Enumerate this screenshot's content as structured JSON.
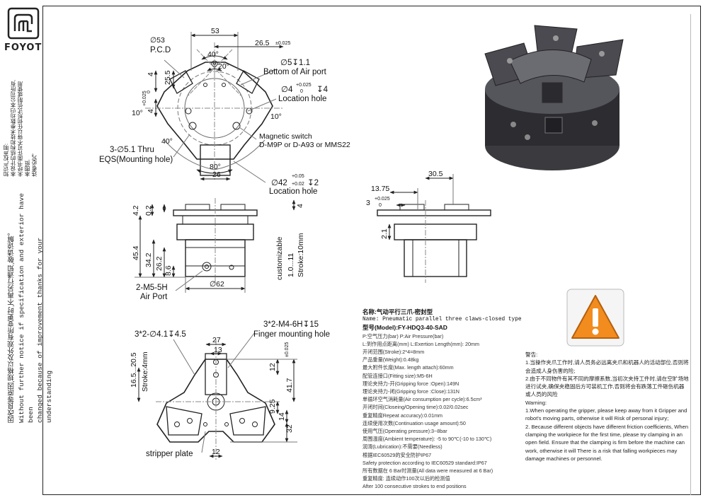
{
  "brand": {
    "name": "FOYOT",
    "side_notice_cn": [
      "知识产权声明:",
      "本设计的结构和技术参数均归本公司所有,",
      "未经书面许可不得以任何形式仿制或使用本图纸,",
      "违者必究。"
    ],
    "side_notice_cn2": "因改良等原因,规格以及外观有所变更时,不再另行通知,敬请谅解。",
    "side_notice_en": [
      "Without further notice if specification and exterior have been",
      "changed because of improvement thanks for your understanding"
    ]
  },
  "top_view": {
    "pcd_value": "∅53",
    "pcd_label": "P.C.D",
    "dim_53": "53",
    "dim_26_5": "26.5",
    "dim_26_5_tol": "±0.025",
    "dim_40_top": "40°",
    "dim_20": "20°",
    "dim_25_5": "25.5",
    "dim_4_left": "4",
    "tol_4_left_top": "+0.025",
    "tol_4_left_bot": "0",
    "dim_4_left2": "4",
    "dim_10_a": "10°",
    "dim_10_b": "10°",
    "dim_40_bottom": "40°",
    "air_port": "∅5↧1.1",
    "air_port_label": "Bottom of Air port",
    "loc_hole": "∅4",
    "loc_hole_tol_top": "+0.025",
    "loc_hole_tol_bot": "0",
    "loc_hole_depth": "↧4",
    "loc_hole_label": "Location hole",
    "mag_switch": "Magnetic switch",
    "mag_switch_models": "D-M9P or D-A93 or MMS22",
    "thru": "3-∅5.1 Thru",
    "thru_label": "EQS(Mounting hole)",
    "dim_80": "80°",
    "dim_26": "26",
    "loc_hole2": "∅42",
    "loc_hole2_tol_top": "+0.05",
    "loc_hole2_tol_bot": "+0.02",
    "loc_hole2_depth": "↧2",
    "loc_hole2_label": "Location hole"
  },
  "side_view": {
    "dim_4_2": "4.2",
    "dim_0_2": "0.2",
    "dim_4": "4",
    "dim_45_4": "45.4",
    "dim_34_2": "34.2",
    "dim_26_2": "26.2",
    "dim_8_6": "8.6",
    "customizable": "customizable",
    "stroke_range": "1.0...11",
    "stroke": "Stroke:10mm",
    "dim_62": "∅62",
    "air_port": "2-M5-5H",
    "air_port_label": "Air Port"
  },
  "end_view": {
    "dim_30_5": "30.5",
    "dim_13_75": "13.75",
    "dim_3": "3",
    "dim_3_tol_top": "+0.025",
    "dim_3_tol_bot": "0",
    "dim_2_1": "2.1"
  },
  "bottom_view": {
    "holes_a": "3*2-∅4.1↧4.5",
    "holes_b": "3*2-M4-6H↧15",
    "holes_b_label": "Finger mounting hole",
    "dim_27": "27",
    "dim_13": "13",
    "dim_12_top": "12",
    "dim_12_tol": "±0.025",
    "dim_16_5": "16.5...20.5",
    "stroke": "Stroke:4mm",
    "dim_41_7": "41.7",
    "dim_9_25": "9.25",
    "dim_14": "14",
    "dim_32": "32",
    "dim_12_bottom": "12",
    "stripper": "stripper plate"
  },
  "spec": {
    "name_cn": "名称:气动平行三爪-密封型",
    "name_en": "Name: Pneumatic parallel three claws-closed type",
    "model": "型号(Model):FY-HDQ3-40-SAD",
    "lines": [
      "P:空气压力(bar) P:Air Pressure(bar)",
      "L:到作用点距离(mm) L:Exertion Length(mm): 20mm",
      "开闭范围(Stroke):2*4=8mm",
      "产品重量(Weight):0.48kg",
      "最大附件长度(Max. length attach):60mm",
      "配管连接口(Fitting size):M5-6H",
      "理论夹持力-开(Gripping force :Open):149N",
      "理论夹持力-闭(Gripping force :Close):131N",
      "单循环空气消耗量(Air consumption per cycle):6.5cm³",
      "开闭时间(Closeing/Opening time):0.02/0.02sec",
      "重复精度Repeat accuracy):0.01mm",
      "连续使用次数(Continuation usage amount):50",
      "使用气压(Operating pressure):3~8bar",
      "周围温度(Ambient temperature): -5 to 90℃(-10 to 130℃)",
      "润滑(Lubrication):不需要(Needless)",
      "根据IEC60529的安全防护IP67",
      "Safety protection according to IEC60529 standard:IP67",
      "所有数据在 6 Bar时测量(All data were measured at 6 Bar)",
      "重复精度: 连续动作100次以后的检测值",
      "After 100 consecutive strokes to end positions"
    ]
  },
  "warning": {
    "title_cn": "警告:",
    "cn1": "1.当操作夹爪工作时,请人员务必远离夹爪和机器人的活动部位,否则将会造成人身伤害的险;",
    "cn2": "2.由于不同物件有其不同的摩擦系数,当初次夹持工件时,请在空旷场地进行试夹,确保夹稳固后方可装机工作,否则将会有跌落工件砸伤机器或人员的风险",
    "title_en": "Warning:",
    "en1": "1.When operating the gripper, please keep away from it Gripper and robot's moving parts, otherwise it will Risk of personal injury;",
    "en2": "2. Because different objects have different friction coefficients, When clamping the workpiece for the first time, please try clamping in an open field. Ensure that the clamping is firm before the machine can work, otherwise it will There is a risk that falling workpieces may damage machines or personnel."
  },
  "colors": {
    "warning_fill": "#f28c1e",
    "line": "#222222"
  }
}
